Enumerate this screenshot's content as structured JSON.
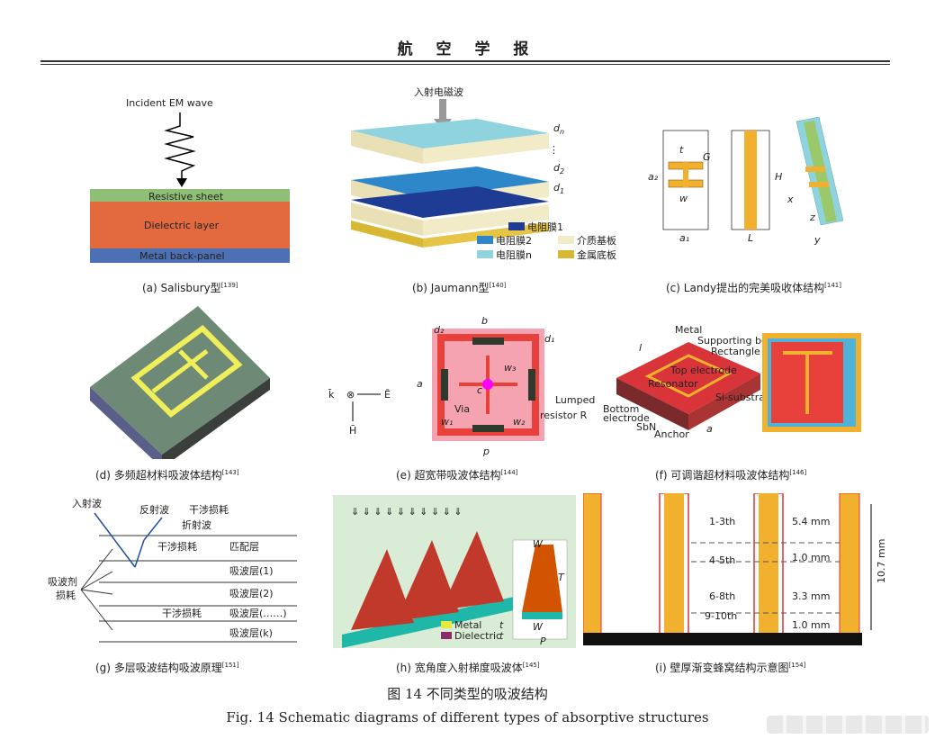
{
  "header": {
    "journal": "航 空 学 报"
  },
  "panels": {
    "a": {
      "caption": "(a) Salisbury型",
      "ref": "[139]",
      "incident": "Incident EM wave",
      "resistive": "Resistive sheet",
      "dielectric": "Dielectric layer",
      "metal": "Metal back-panel"
    },
    "b": {
      "caption": "(b) Jaumann型",
      "ref": "[140]",
      "incident": "入射电磁波",
      "dn": "d",
      "dn_sub": "n",
      "d2": "d",
      "d2_sub": "2",
      "d1": "d",
      "d1_sub": "1",
      "legend1": "电阻膜1",
      "legend2": "电阻膜2",
      "legend3": "介质基板",
      "legend4": "电阻膜n",
      "legend5": "金属底板"
    },
    "c": {
      "caption": "(c) Landy提出的完美吸收体结构",
      "ref": "[141]",
      "t": "t",
      "G": "G",
      "a2": "a₂",
      "w": "w",
      "a1": "a₁",
      "H": "H",
      "L": "L",
      "x": "x",
      "y": "y",
      "z": "z"
    },
    "d": {
      "caption": "(d) 多频超材料吸波体结构",
      "ref": "[143]"
    },
    "e": {
      "caption": "(e) 超宽带吸波体结构",
      "ref": "[144]",
      "b": "b",
      "d2": "d₂",
      "d1": "d₁",
      "a": "a",
      "w3": "w₃",
      "c": "c",
      "via": "Via",
      "w1": "w₁",
      "w2": "w₂",
      "p": "p",
      "lumped": "Lumped",
      "resistor": "resistor R",
      "k": "k̄",
      "E": "Ē",
      "H": "H̄"
    },
    "f": {
      "caption": "(f) 可调谐超材料吸波体结构",
      "ref": "[146]",
      "metal": "Metal",
      "beam": "Supporting beam",
      "ring": "Rectangle ring",
      "top": "Top electrode",
      "resonator": "Resonator",
      "substrate": "Si-substrate",
      "bottom": "Bottom",
      "electrode": "electrode",
      "sbn": "SbN",
      "anchor": "Anchor",
      "l": "l",
      "a": "a"
    },
    "g": {
      "caption": "(g) 多层吸波结构吸波原理",
      "ref": "[151]",
      "incident": "入射波",
      "reflect": "反射波",
      "interf1": "干涉损耗",
      "refract": "折射波",
      "interf2": "干涉损耗",
      "match": "匹配层",
      "layer1": "吸波层(1)",
      "layer2": "吸波层(2)",
      "interf3": "干涉损耗",
      "layerN": "吸波层(……)",
      "layerK": "吸波层(k)",
      "loss1": "吸波剂",
      "loss2": "损耗"
    },
    "h": {
      "caption": "(h) 宽角度入射梯度吸波体",
      "ref": "[145]",
      "Ws": "W",
      "T": "T",
      "Wb": "W",
      "P": "P",
      "metal": "Metal",
      "dielectric": "Dielectric",
      "tm": "t",
      "td": "t"
    },
    "i": {
      "caption": "(i) 壁厚渐变蜂窝结构示意图",
      "ref": "[154]",
      "r1": "1-3th",
      "r2": "4-5th",
      "r3": "6-8th",
      "r4": "9-10th",
      "m1": "5.4 mm",
      "m2": "1.0 mm",
      "m3": "3.3 mm",
      "m4": "1.0 mm",
      "total": "10.7 mm"
    }
  },
  "figure": {
    "cn": "图 14   不同类型的吸波结构",
    "en": "Fig. 14   Schematic diagrams of different types of absorptive structures"
  },
  "colors": {
    "green": "#7fb56b",
    "orange": "#e8613d",
    "blue": "#4a6fb0",
    "red": "#e8403a",
    "gold": "#f1b12f"
  }
}
